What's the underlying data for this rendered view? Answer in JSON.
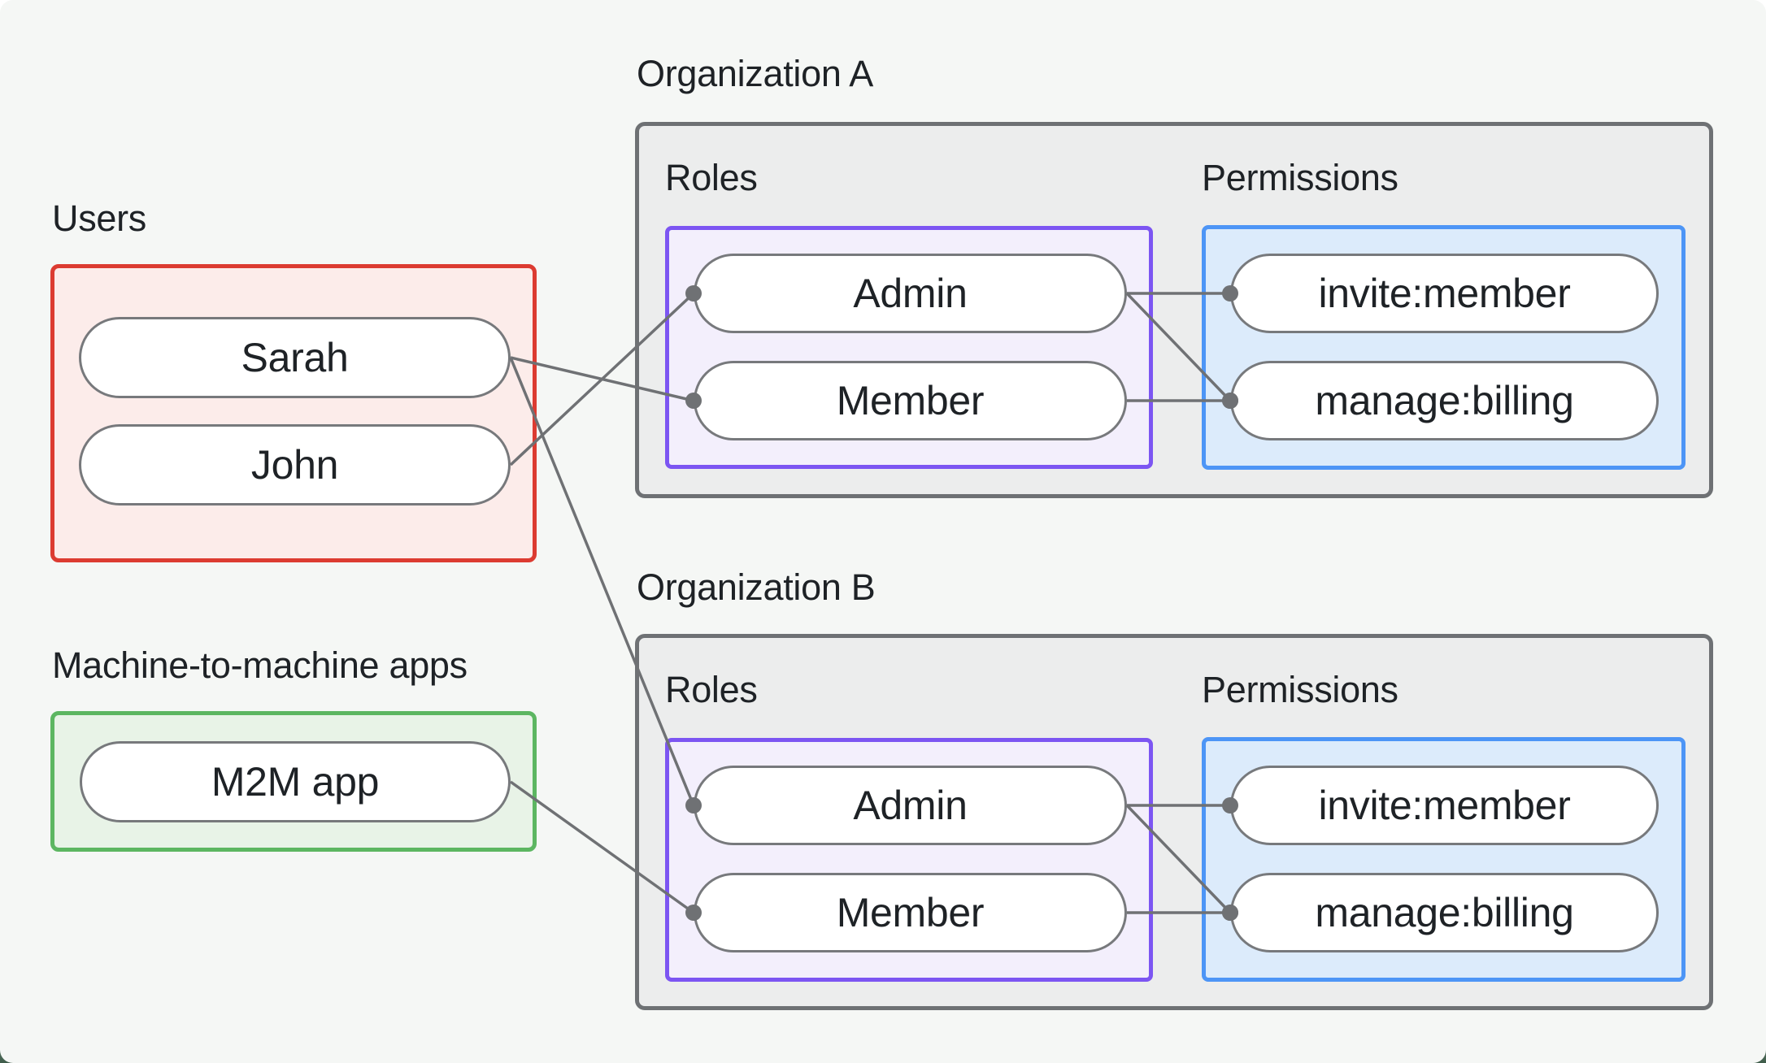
{
  "page": {
    "background": "#F5F7F5",
    "outer_bottom_background": "#3E5C4A"
  },
  "groups": {
    "users": {
      "label": "Users",
      "nodes": [
        {
          "id": "sarah",
          "label": "Sarah"
        },
        {
          "id": "john",
          "label": "John"
        }
      ]
    },
    "m2m": {
      "label": "Machine-to-machine apps",
      "nodes": [
        {
          "id": "m2m-app",
          "label": "M2M app"
        }
      ]
    },
    "org_a": {
      "label": "Organization A",
      "roles_label": "Roles",
      "permissions_label": "Permissions",
      "roles": [
        {
          "id": "admin-a",
          "label": "Admin"
        },
        {
          "id": "member-a",
          "label": "Member"
        }
      ],
      "permissions": [
        {
          "id": "invite-a",
          "label": "invite:member"
        },
        {
          "id": "manage-a",
          "label": "manage:billing"
        }
      ]
    },
    "org_b": {
      "label": "Organization B",
      "roles_label": "Roles",
      "permissions_label": "Permissions",
      "roles": [
        {
          "id": "admin-b",
          "label": "Admin"
        },
        {
          "id": "member-b",
          "label": "Member"
        }
      ],
      "permissions": [
        {
          "id": "invite-b",
          "label": "invite:member"
        },
        {
          "id": "manage-b",
          "label": "manage:billing"
        }
      ]
    }
  },
  "edges": [
    {
      "from": "sarah",
      "to": "member-a"
    },
    {
      "from": "sarah",
      "to": "admin-b"
    },
    {
      "from": "john",
      "to": "admin-a"
    },
    {
      "from": "m2m-app",
      "to": "member-b"
    },
    {
      "from": "admin-a",
      "to": "invite-a"
    },
    {
      "from": "admin-a",
      "to": "manage-a"
    },
    {
      "from": "member-a",
      "to": "manage-a"
    },
    {
      "from": "admin-b",
      "to": "invite-b"
    },
    {
      "from": "admin-b",
      "to": "manage-b"
    },
    {
      "from": "member-b",
      "to": "manage-b"
    }
  ],
  "colors": {
    "page_bg": "#F5F7F5",
    "text": "#1E2226",
    "users_border": "#DC3B31",
    "users_fill": "#FCECEA",
    "m2m_border": "#5CB661",
    "m2m_fill": "#E8F3E7",
    "org_border": "#6E7174",
    "org_fill": "#ECEDED",
    "roles_border": "#7C55F2",
    "roles_fill": "#F3EFFC",
    "permissions_border": "#4D95F6",
    "permissions_fill": "#DCEBFB",
    "pill_border": "#77797C",
    "pill_fill": "#FFFFFF",
    "edge_line": "#6F7174",
    "edge_dot": "#6F7174"
  }
}
